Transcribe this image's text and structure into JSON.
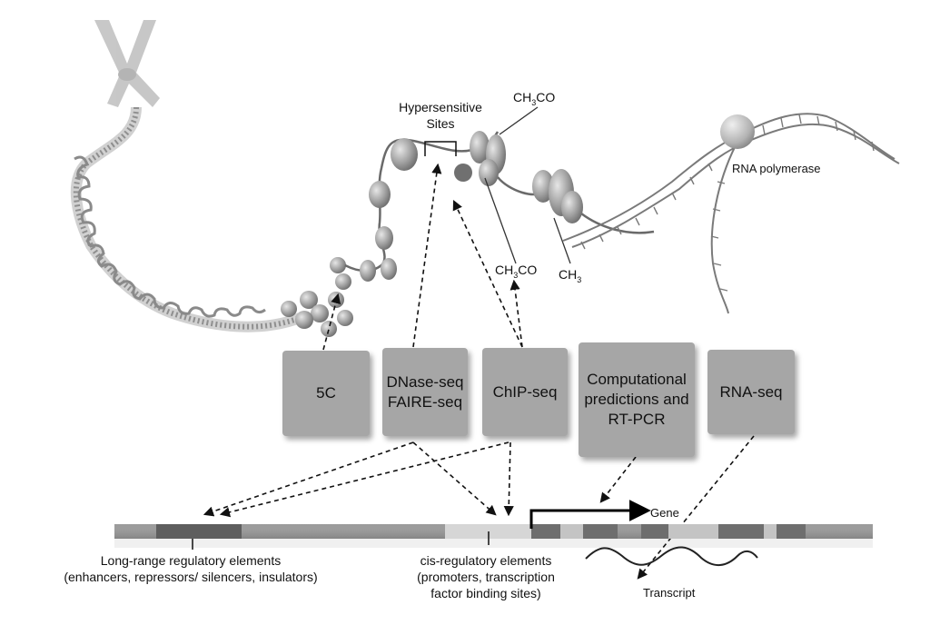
{
  "labels": {
    "hypersensitive_line1": "Hypersensitive",
    "hypersensitive_line2": "Sites",
    "acetyl_top": "CH",
    "acetyl_top_sub": "3",
    "acetyl_top_tail": "CO",
    "acetyl_mid": "CH",
    "acetyl_mid_sub": "3",
    "acetyl_mid_tail": "CO",
    "methyl": "CH",
    "methyl_sub": "3",
    "rna_polymerase": "RNA polymerase",
    "gene": "Gene",
    "transcript": "Transcript",
    "long_range_title": "Long-range regulatory elements",
    "long_range_detail": "(enhancers, repressors/ silencers, insulators)",
    "cis_title": "cis-regulatory elements",
    "cis_detail_1": "(promoters, transcription",
    "cis_detail_2": "factor binding sites)"
  },
  "methods": [
    {
      "line1": "5C",
      "line2": ""
    },
    {
      "line1": "DNase-seq",
      "line2": "FAIRE-seq"
    },
    {
      "line1": "ChIP-seq",
      "line2": ""
    },
    {
      "line1": "Computational",
      "line2": "predictions and",
      "line3": "RT-PCR"
    },
    {
      "line1": "RNA-seq",
      "line2": ""
    }
  ],
  "colors": {
    "box_fill": "#a6a6a6",
    "nucleosome": "#9a9a9a",
    "chromatin": "#8c8c8c",
    "genome_track": "#9b9b9b",
    "dark_element": "#5e5e5e",
    "light_element": "#d6d6d6"
  }
}
